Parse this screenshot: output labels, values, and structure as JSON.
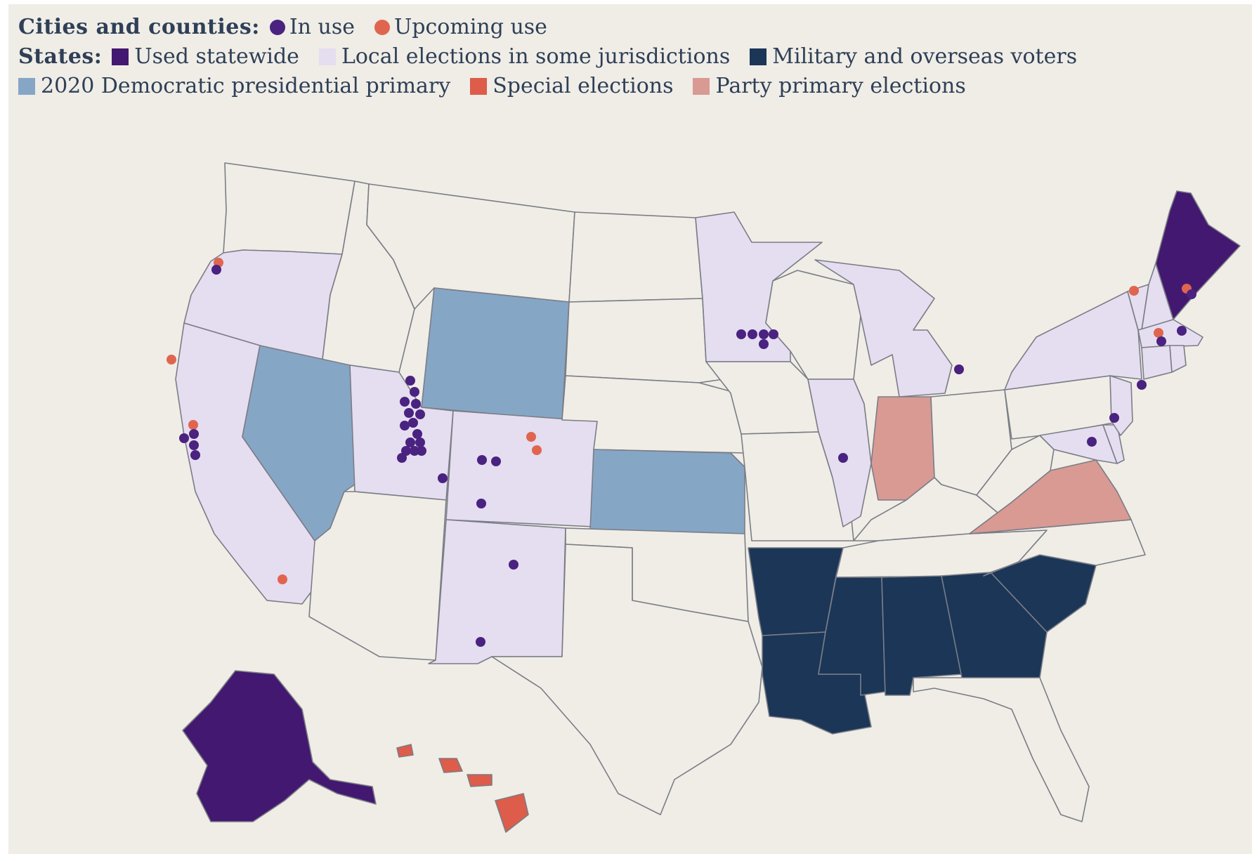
{
  "legend": {
    "cities_title": "Cities and counties:",
    "in_use": "In use",
    "upcoming_use": "Upcoming use",
    "states_title": "States:",
    "used_statewide": "Used statewide",
    "local_elections": "Local elections in some jurisdictions",
    "military_overseas": "Military and overseas voters",
    "dem_primary_2020": "2020 Democratic presidential primary",
    "special_elections": "Special elections",
    "party_primary": "Party primary elections"
  },
  "colors": {
    "in_use": "#4a2280",
    "upcoming_use": "#e0654f",
    "used_statewide": "#431870",
    "local_elections": "#e5ddf0",
    "military_overseas": "#1b3657",
    "dem_primary_2020": "#86a6c6",
    "special_elections": "#dd5c4a",
    "party_primary": "#d99a94",
    "no_use": "#efede6"
  },
  "states_by_category": {
    "used_statewide": [
      "Maine",
      "Alaska"
    ],
    "local_elections": [
      "Oregon",
      "California",
      "Utah",
      "Colorado",
      "New Mexico",
      "Minnesota",
      "Michigan",
      "Illinois",
      "New York",
      "Vermont",
      "Massachusetts",
      "Maryland",
      "Delaware",
      "New Jersey",
      "Connecticut",
      "Rhode Island",
      "New Hampshire"
    ],
    "military_overseas": [
      "Arkansas",
      "Louisiana",
      "Mississippi",
      "Alabama",
      "Georgia",
      "South Carolina"
    ],
    "dem_primary_2020": [
      "Nevada",
      "Wyoming",
      "Kansas"
    ],
    "special_elections": [
      "Hawaii"
    ],
    "party_primary": [
      "Indiana",
      "Virginia"
    ]
  }
}
